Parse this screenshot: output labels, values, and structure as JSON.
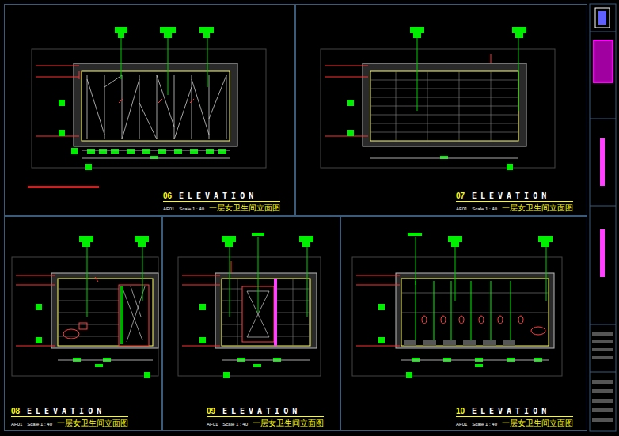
{
  "diagram": {
    "nodes": [
      {
        "text": [
          "06",
          "ELEVATION",
          "AF01",
          "Scale 1 : 40",
          "一层女卫生间立面图"
        ]
      },
      {
        "text": [
          "07",
          "ELEVATION",
          "AF01",
          "Scale 1 : 40",
          "一层女卫生间立面图"
        ]
      },
      {
        "text": [
          "08",
          "ELEVATION",
          "AF01",
          "Scale 1 : 40",
          "一层女卫生间立面图"
        ]
      },
      {
        "text": [
          "09",
          "ELEVATION",
          "AF01",
          "Scale 1 : 40",
          "一层女卫生间立面图"
        ]
      },
      {
        "text": [
          "10",
          "ELEVATION",
          "AF01",
          "Scale 1 : 40",
          "一层女卫生间立面图"
        ]
      }
    ]
  }
}
